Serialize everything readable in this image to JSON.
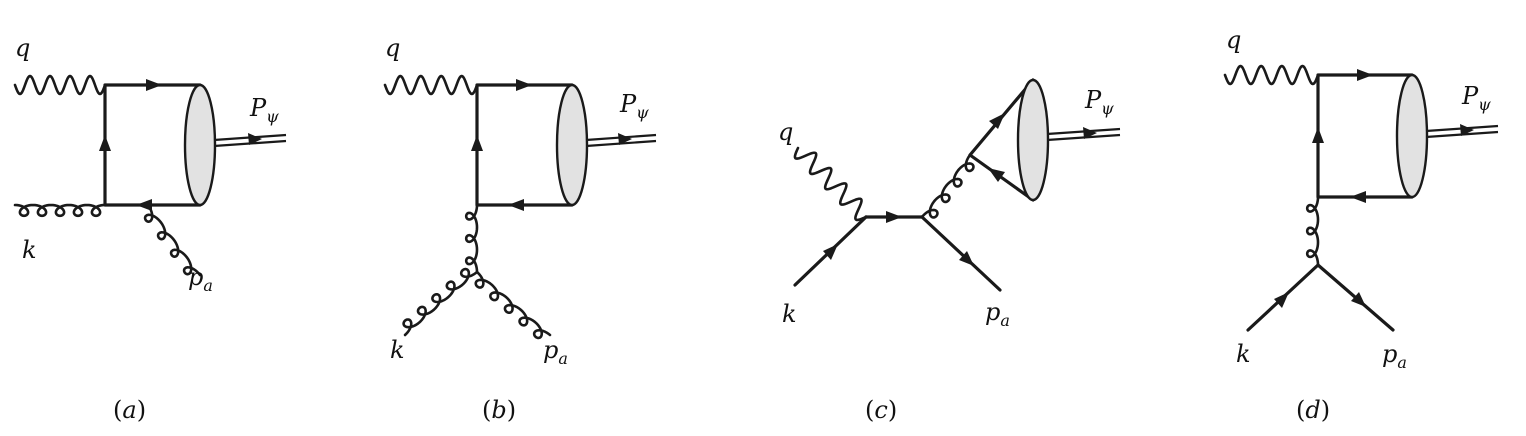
{
  "labels": {
    "photon": "q",
    "incoming_parton": "k",
    "outgoing_parton": "p",
    "outgoing_parton_sub": "a",
    "quarkonium": "P",
    "quarkonium_sub": "ψ"
  },
  "captions": [
    {
      "open": "(",
      "letter": "a",
      "close": ")"
    },
    {
      "open": "(",
      "letter": "b",
      "close": ")"
    },
    {
      "open": "(",
      "letter": "c",
      "close": ")"
    },
    {
      "open": "(",
      "letter": "d",
      "close": ")"
    }
  ],
  "colors": {
    "line": "#1a1a1a",
    "blob_fill": "#e2e2e2",
    "background": "#ffffff"
  }
}
